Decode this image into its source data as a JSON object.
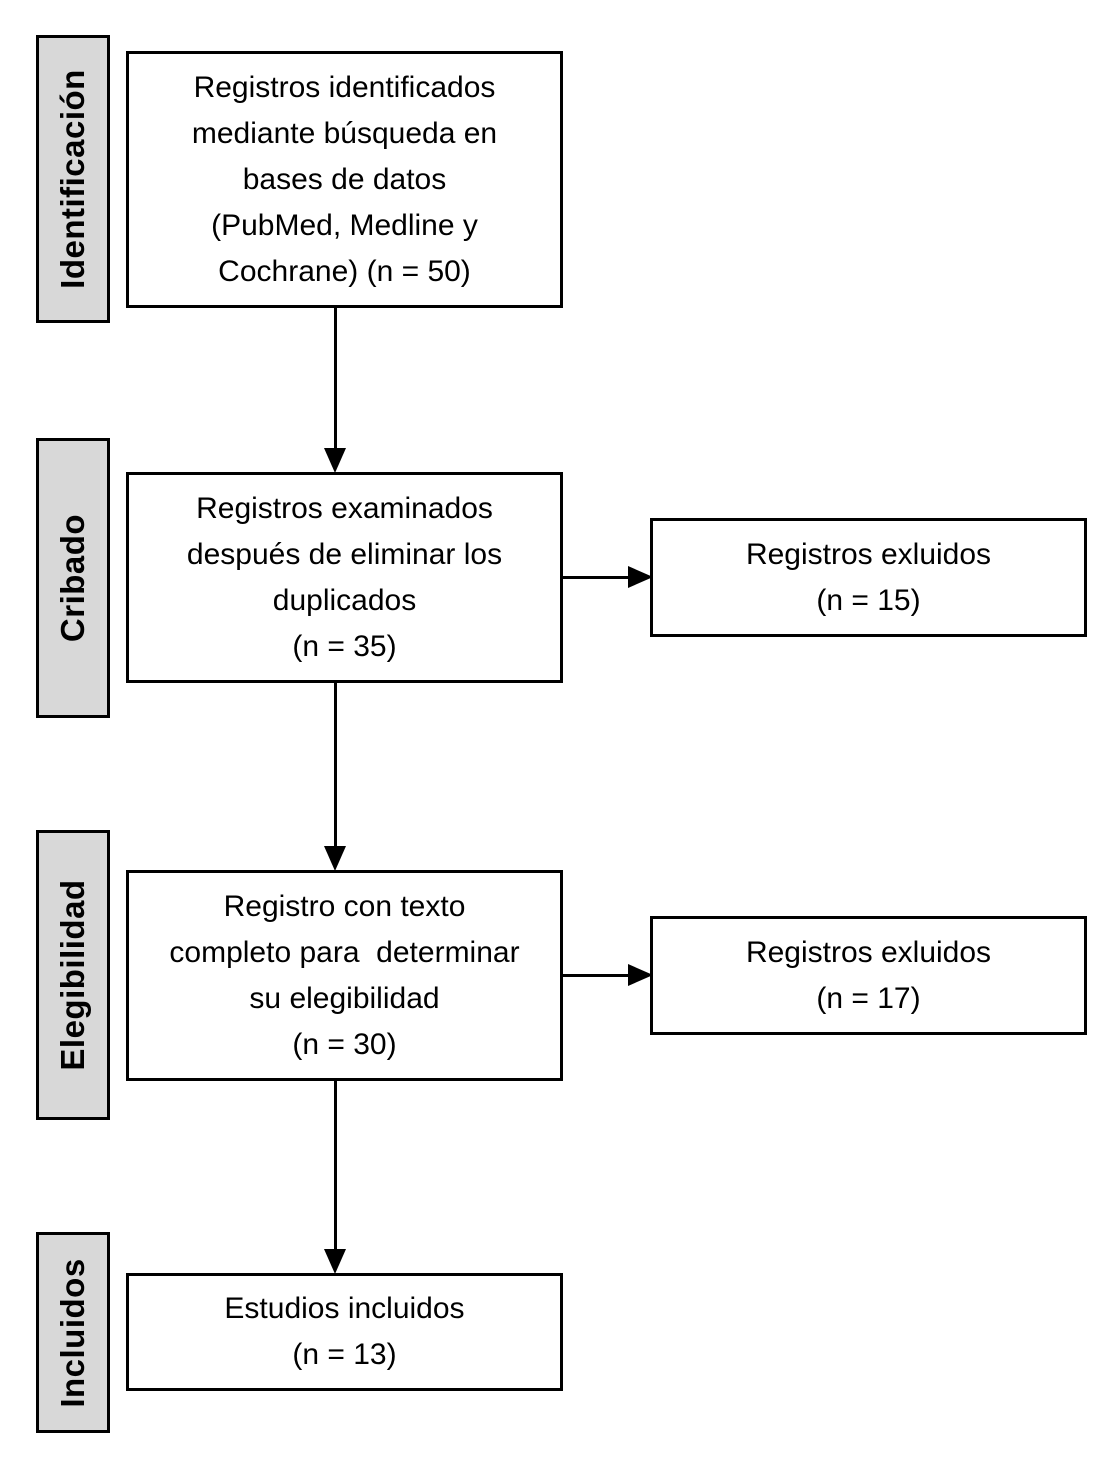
{
  "flow": {
    "stages": [
      {
        "label": "Identificación"
      },
      {
        "label": "Cribado"
      },
      {
        "label": "Elegibilidad"
      },
      {
        "label": "Incluidos"
      }
    ],
    "main_boxes": [
      {
        "id": "identified",
        "lines": [
          "Registros identificados",
          "mediante búsqueda en",
          "bases de datos",
          "(PubMed, Medline y",
          "Cochrane) (n = 50)"
        ],
        "n": 50
      },
      {
        "id": "screened",
        "lines": [
          "Registros examinados",
          "después de eliminar los",
          "duplicados",
          "(n = 35)"
        ],
        "n": 35
      },
      {
        "id": "fulltext-eligibility",
        "lines": [
          "Registro con texto",
          "completo para  determinar",
          "su elegibilidad",
          "(n = 30)"
        ],
        "n": 30
      },
      {
        "id": "included",
        "lines": [
          "Estudios incluidos",
          "(n = 13)"
        ],
        "n": 13
      }
    ],
    "excluded_boxes": [
      {
        "id": "excluded-screening",
        "lines": [
          "Registros exluidos",
          "(n = 15)"
        ],
        "n": 15
      },
      {
        "id": "excluded-eligibility",
        "lines": [
          "Registros exluidos",
          "(n = 17)"
        ],
        "n": 17
      }
    ],
    "colors": {
      "stage_fill": "#d8d8d8",
      "box_border": "#000000",
      "background": "#ffffff",
      "text": "#000000"
    }
  }
}
